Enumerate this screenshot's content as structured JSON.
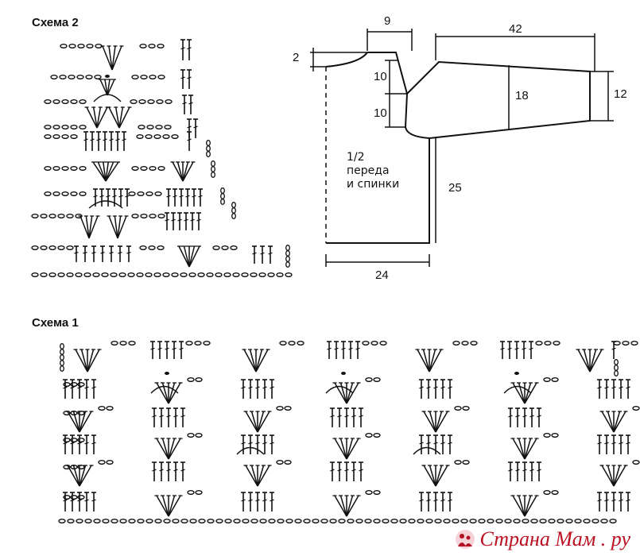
{
  "scheme2": {
    "title": "Схема 2"
  },
  "scheme1": {
    "title": "Схема 1"
  },
  "pattern": {
    "dims": {
      "neck_width": "9",
      "sleeve_length": "42",
      "neck_drop": "2",
      "shoulder_top": "10",
      "shoulder_bottom": "10",
      "sleeve_mid": "18",
      "sleeve_end": "12",
      "side_height": "25",
      "bottom_width": "24"
    },
    "note_lines": [
      "1/2",
      "переда",
      "и спинки"
    ]
  },
  "watermark": {
    "text": "Страна Мам . ру",
    "color": "#b11122"
  }
}
